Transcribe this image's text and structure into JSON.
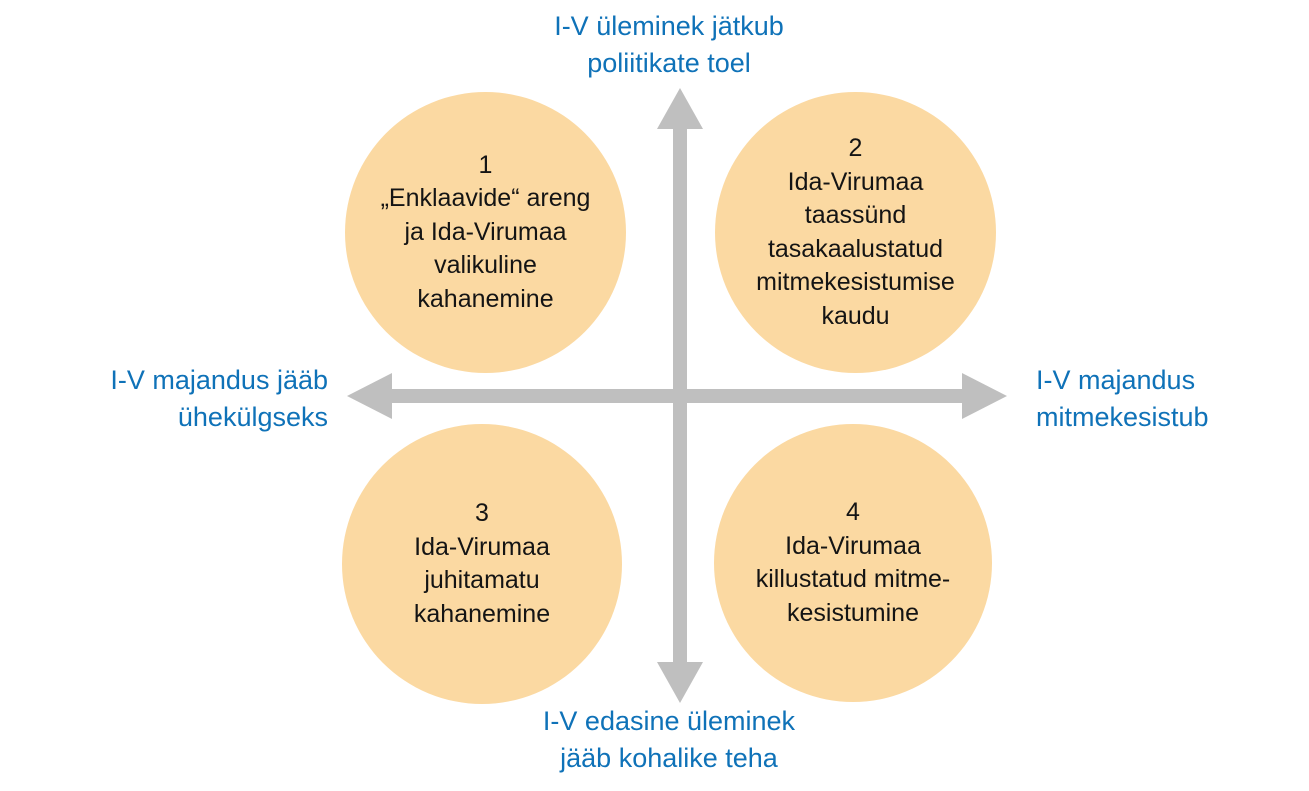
{
  "diagram": {
    "type": "2x2-scenario-matrix",
    "language": "et",
    "colors": {
      "circle_fill": "#FBD9A2",
      "axis_arrow": "#BFBFBF",
      "axis_label_text": "#0F72B8",
      "circle_text": "#141414",
      "background": "#FFFFFF"
    }
  },
  "axes": {
    "vertical": {
      "top_label": "I-V üleminek jätkub\npoliitikate toel",
      "bottom_label": "I-V edasine üleminek\njääb kohalike teha"
    },
    "horizontal": {
      "left_label": "I-V majandus jääb\nühekülgseks",
      "right_label": "I-V majandus\nmitmekesistub"
    }
  },
  "quadrants": [
    {
      "number": "1",
      "position": "top-left",
      "text": "„Enklaavide“ areng\nja Ida-Virumaa\nvalikuline\nkahanemine"
    },
    {
      "number": "2",
      "position": "top-right",
      "text": "Ida-Virumaa\ntaassünd\ntasakaalustatud\nmitmekesistumise\nkaudu"
    },
    {
      "number": "3",
      "position": "bottom-left",
      "text": "Ida-Virumaa\njuhitamatu\nkahanemine"
    },
    {
      "number": "4",
      "position": "bottom-right",
      "text": "Ida-Virumaa\nkillustatud mitme-\nkesistumine"
    }
  ]
}
